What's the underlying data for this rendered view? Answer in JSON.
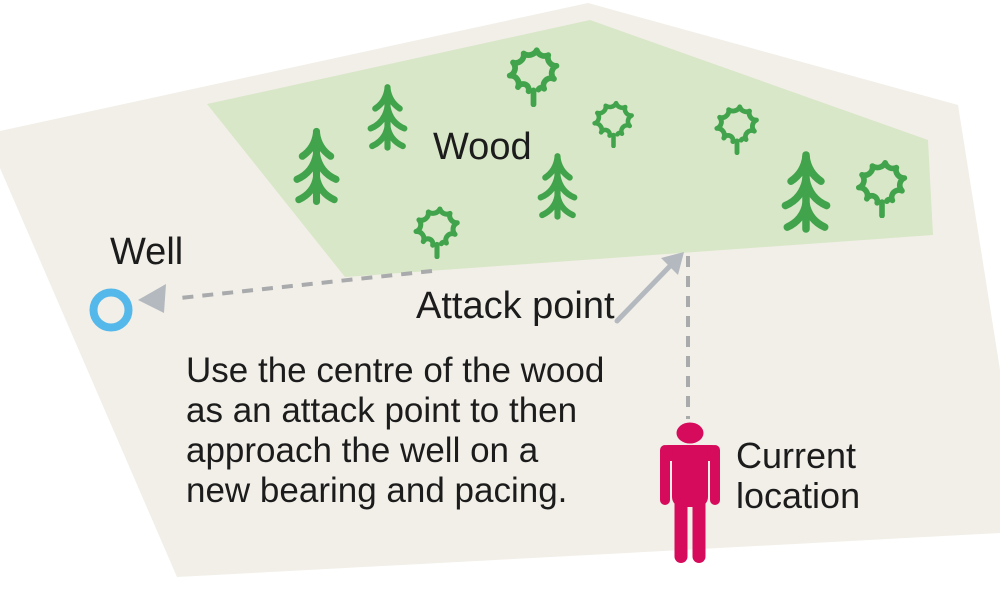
{
  "labels": {
    "wood": "Wood",
    "well": "Well",
    "attack_point": "Attack point",
    "current_location": "Current location"
  },
  "caption_lines": [
    "Use the centre of the wood",
    "as an attack point to then",
    "approach the well on a",
    "new bearing and pacing."
  ],
  "icons": {
    "well": "circle-outline",
    "person": "standing-person-pictogram",
    "pine": "conifer-tree-outline",
    "oak": "broadleaf-tree-outline",
    "attack_arrow": "solid-arrow-up-right",
    "well_arrow": "dashed-arrow-left",
    "route_up": "vertical-dashed-line"
  },
  "colors": {
    "map_fill": "#f2efe8",
    "wood_fill": "#d8e7c7",
    "tree_green": "#41a34b",
    "text": "#1c1c1c",
    "dash_gray": "#a8aaac",
    "arrow_gray": "#b4b9bf",
    "well_blue": "#55b8ea",
    "person_pink": "#d60b5c"
  }
}
